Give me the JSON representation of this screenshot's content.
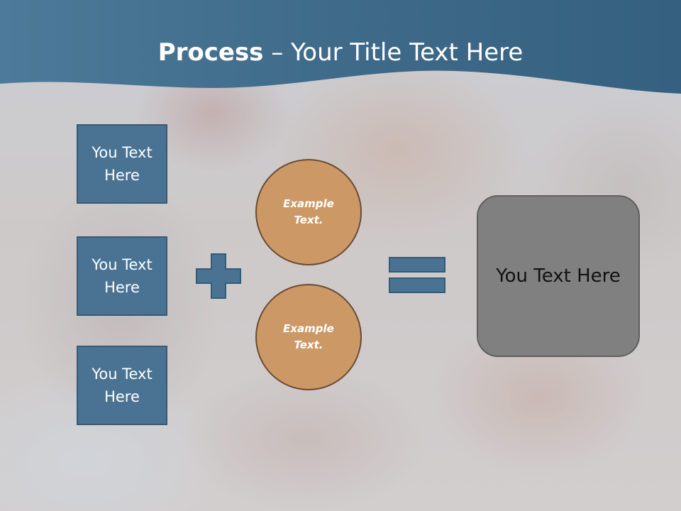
{
  "slide": {
    "title_bold": "Process",
    "title_rest": " – Your Title Text Here",
    "left_boxes": [
      {
        "label": "You Text Here"
      },
      {
        "label": "You Text Here"
      },
      {
        "label": "You Text Here"
      }
    ],
    "circles": [
      {
        "label": "Example Text."
      },
      {
        "label": "Example Text."
      }
    ],
    "result_box": {
      "label": "You Text Here"
    },
    "symbols": {
      "plus": "plus-sign-icon",
      "equals": "equals-sign-icon"
    }
  },
  "colors": {
    "banner": "#3d6686",
    "text_box": "#4a7393",
    "circle": "#cc9966",
    "result_box": "#808080"
  }
}
